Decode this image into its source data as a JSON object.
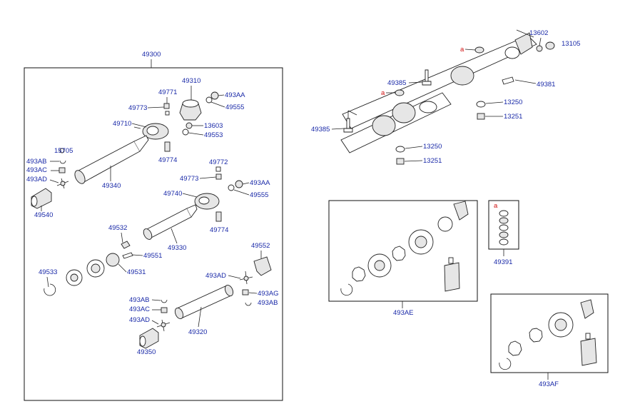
{
  "figure": {
    "group_label": "49300",
    "parts": {
      "p49771": "49771",
      "p49773a": "49773",
      "p49310": "49310",
      "p493AAa": "493AA",
      "p49555a": "49555",
      "p13603": "13603",
      "p49553": "49553",
      "p49710": "49710",
      "p49774a": "49774",
      "p15705": "15705",
      "p493ABa": "493AB",
      "p493ACa": "493AC",
      "p493ADa": "493AD",
      "p49540": "49540",
      "p49340": "49340",
      "p49772": "49772",
      "p49773b": "49773",
      "p493AAb": "493AA",
      "p49740": "49740",
      "p49555b": "49555",
      "p49774b": "49774",
      "p49532": "49532",
      "p49330": "49330",
      "p49551": "49551",
      "p49533": "49533",
      "p49531": "49531",
      "p49552": "49552",
      "p493ADb": "493AD",
      "p493AG": "493AG",
      "p493ABb": "493AB",
      "p493ABc": "493AB",
      "p493ACb": "493AC",
      "p493ADc": "493AD",
      "p49320": "49320",
      "p49350": "49350",
      "p13602": "13602",
      "p13105": "13105",
      "p49385a": "49385",
      "p49381": "49381",
      "p13250a": "13250",
      "p13251a": "13251",
      "p49385b": "49385",
      "p13250b": "13250",
      "p13251b": "13251",
      "p493AE": "493AE",
      "p49391": "49391",
      "p493AF": "493AF"
    },
    "marks": {
      "a1": "a",
      "a2": "a",
      "a3": "a"
    }
  },
  "colors": {
    "label": "#1a2aa8",
    "mark": "#d01010",
    "line": "#222222"
  }
}
